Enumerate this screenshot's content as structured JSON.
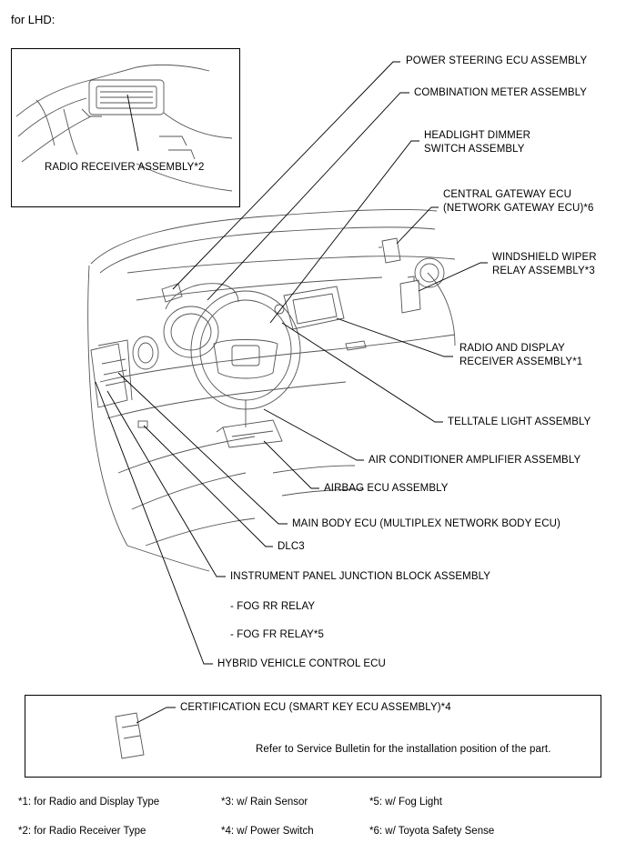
{
  "header": "for LHD:",
  "inset_label": "RADIO RECEIVER ASSEMBLY*2",
  "callouts": {
    "power_steering": "POWER STEERING ECU ASSEMBLY",
    "combination_meter": "COMBINATION METER ASSEMBLY",
    "headlight_dimmer_1": "HEADLIGHT DIMMER",
    "headlight_dimmer_2": "SWITCH ASSEMBLY",
    "central_gateway_1": "CENTRAL GATEWAY ECU",
    "central_gateway_2": "(NETWORK GATEWAY ECU)*6",
    "wiper_relay_1": "WINDSHIELD WIPER",
    "wiper_relay_2": "RELAY ASSEMBLY*3",
    "radio_display_1": "RADIO AND DISPLAY",
    "radio_display_2": "RECEIVER ASSEMBLY*1",
    "telltale": "TELLTALE LIGHT ASSEMBLY",
    "ac_amplifier": "AIR CONDITIONER AMPLIFIER ASSEMBLY",
    "airbag": "AIRBAG ECU ASSEMBLY",
    "main_body": "MAIN BODY ECU (MULTIPLEX NETWORK BODY ECU)",
    "dlc3": "DLC3",
    "junction_block": "INSTRUMENT PANEL JUNCTION BLOCK ASSEMBLY",
    "fog_rr": "- FOG RR RELAY",
    "fog_fr": "- FOG FR RELAY*5",
    "hybrid": "HYBRID VEHICLE CONTROL ECU"
  },
  "cert_box": {
    "label": "CERTIFICATION ECU (SMART KEY ECU ASSEMBLY)*4",
    "note": "Refer to Service Bulletin for the installation position of the part."
  },
  "footnotes": [
    "*1: for Radio and Display Type",
    "*3: w/ Rain Sensor",
    "*5: w/ Fog Light",
    "*2: for Radio Receiver Type",
    "*4: w/ Power Switch",
    "*6: w/ Toyota Safety Sense"
  ]
}
